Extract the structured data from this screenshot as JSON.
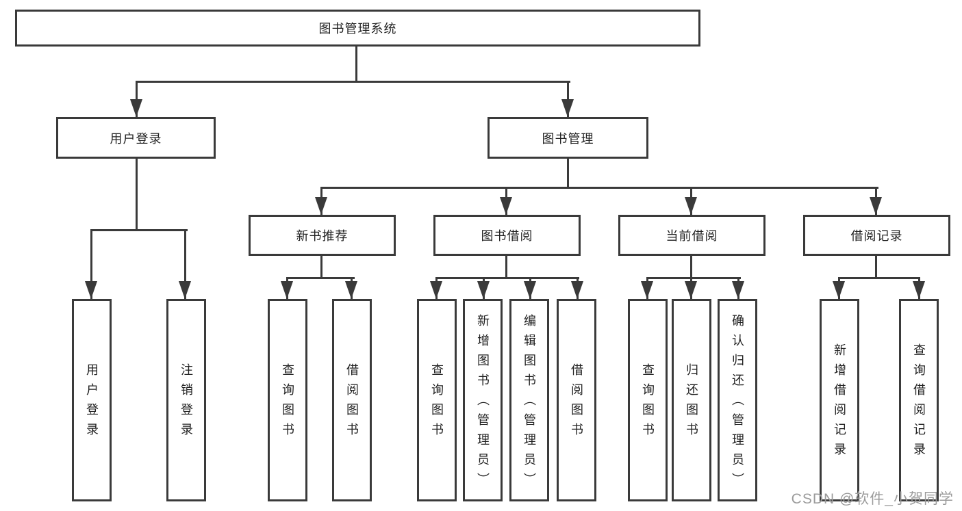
{
  "tree": {
    "root": {
      "label": "图书管理系统",
      "children": [
        {
          "label": "用户登录",
          "children": [
            {
              "label": "用户登录"
            },
            {
              "label": "注销登录"
            }
          ]
        },
        {
          "label": "图书管理",
          "children": [
            {
              "label": "新书推荐",
              "children": [
                {
                  "label": "查询图书"
                },
                {
                  "label": "借阅图书"
                }
              ]
            },
            {
              "label": "图书借阅",
              "children": [
                {
                  "label": "查询图书"
                },
                {
                  "label": "新增图书（管理员）"
                },
                {
                  "label": "编辑图书（管理员）"
                },
                {
                  "label": "借阅图书"
                }
              ]
            },
            {
              "label": "当前借阅",
              "children": [
                {
                  "label": "查询图书"
                },
                {
                  "label": "归还图书"
                },
                {
                  "label": "确认归还（管理员）"
                }
              ]
            },
            {
              "label": "借阅记录",
              "children": [
                {
                  "label": "新增借阅记录"
                },
                {
                  "label": "查询借阅记录"
                }
              ]
            }
          ]
        }
      ]
    }
  },
  "watermark": {
    "text": "CSDN @软件_小贺同学"
  },
  "colors": {
    "line": "#3a3a3a",
    "box_bg": "#ffffff",
    "watermark": "#9b9b9b"
  }
}
